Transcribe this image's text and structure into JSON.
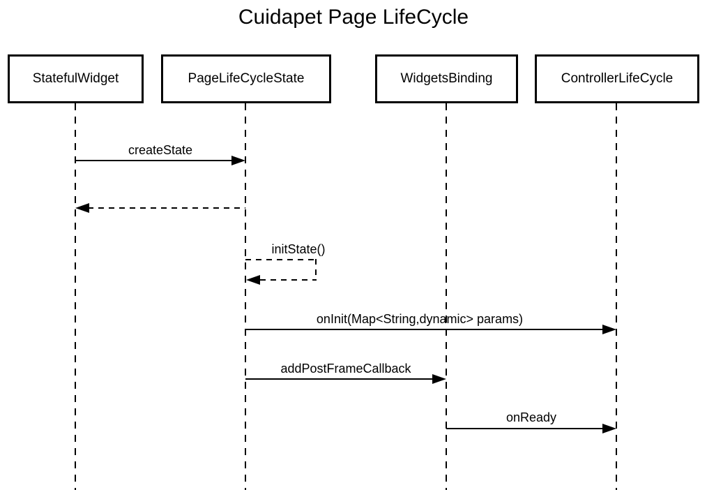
{
  "title": "Cuidapet Page LifeCycle",
  "participants": [
    {
      "name": "StatefulWidget"
    },
    {
      "name": "PageLifeCycleState"
    },
    {
      "name": "WidgetsBinding"
    },
    {
      "name": "ControllerLifeCycle"
    }
  ],
  "messages": [
    {
      "label": "createState",
      "from": "StatefulWidget",
      "to": "PageLifeCycleState",
      "line": "solid",
      "direction": "right"
    },
    {
      "label": "",
      "from": "PageLifeCycleState",
      "to": "StatefulWidget",
      "line": "dashed",
      "direction": "left",
      "kind": "return"
    },
    {
      "label": "initState()",
      "from": "PageLifeCycleState",
      "to": "PageLifeCycleState",
      "line": "dashed",
      "kind": "self"
    },
    {
      "label": "onInit(Map<String,dynamic> params)",
      "from": "PageLifeCycleState",
      "to": "ControllerLifeCycle",
      "line": "solid",
      "direction": "right"
    },
    {
      "label": "addPostFrameCallback",
      "from": "PageLifeCycleState",
      "to": "WidgetsBinding",
      "line": "solid",
      "direction": "right"
    },
    {
      "label": "onReady",
      "from": "WidgetsBinding",
      "to": "ControllerLifeCycle",
      "line": "solid",
      "direction": "right"
    }
  ],
  "colors": {
    "line": "#000000",
    "text": "#000000",
    "background": "#ffffff"
  }
}
